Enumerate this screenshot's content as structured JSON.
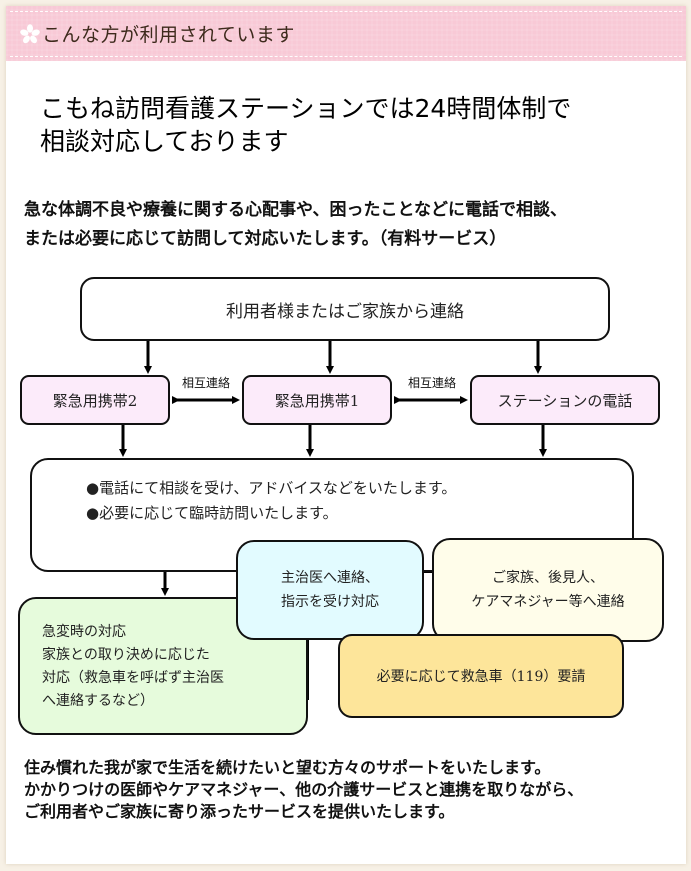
{
  "header": {
    "title": "こんな方が利用されています",
    "icon": "sakura-flower-icon",
    "band_color": "#f8c9d6"
  },
  "main_heading": "こもね訪問看護ステーションでは24時間体制で\n相談対応しております",
  "intro": "急な体調不良や療養に関する心配事や、困ったことなどに電話で相談、\nまたは必要に応じて訪問して対応いたします。（有料サービス）",
  "flow": {
    "source": "利用者様またはご家族から連絡",
    "contacts": [
      {
        "label": "緊急用携帯2"
      },
      {
        "label": "緊急用携帯1"
      },
      {
        "label": "ステーションの電話"
      }
    ],
    "mutual_label_1": "相互連絡",
    "mutual_label_2": "相互連絡",
    "respond": "●電話にて相談を受け、アドバイスなどをいたします。\n●必要に応じて臨時訪問いたします。",
    "outcomes": {
      "emergency": "急変時の対応\n家族との取り決めに応じた\n対応（救急車を呼ばず主治医\nへ連絡するなど）",
      "doctor": "主治医へ連絡、\n指示を受け対応",
      "family": "ご家族、後見人、\nケアマネジャー等へ連絡",
      "ambulance": "必要に応じて救急車（119）要請"
    },
    "colors": {
      "contact_fill": "#fcebfa",
      "emergency_fill": "#e6fbdc",
      "doctor_fill": "#e2fbff",
      "family_fill": "#fffdea",
      "ambulance_fill": "#fde59a"
    }
  },
  "closing": "住み慣れた我が家で生活を続けたいと望む方々のサポートをいたします。\nかかりつけの医師やケアマネジャー、他の介護サービスと連携を取りながら、\nご利用者やご家族に寄り添ったサービスを提供いたします。"
}
